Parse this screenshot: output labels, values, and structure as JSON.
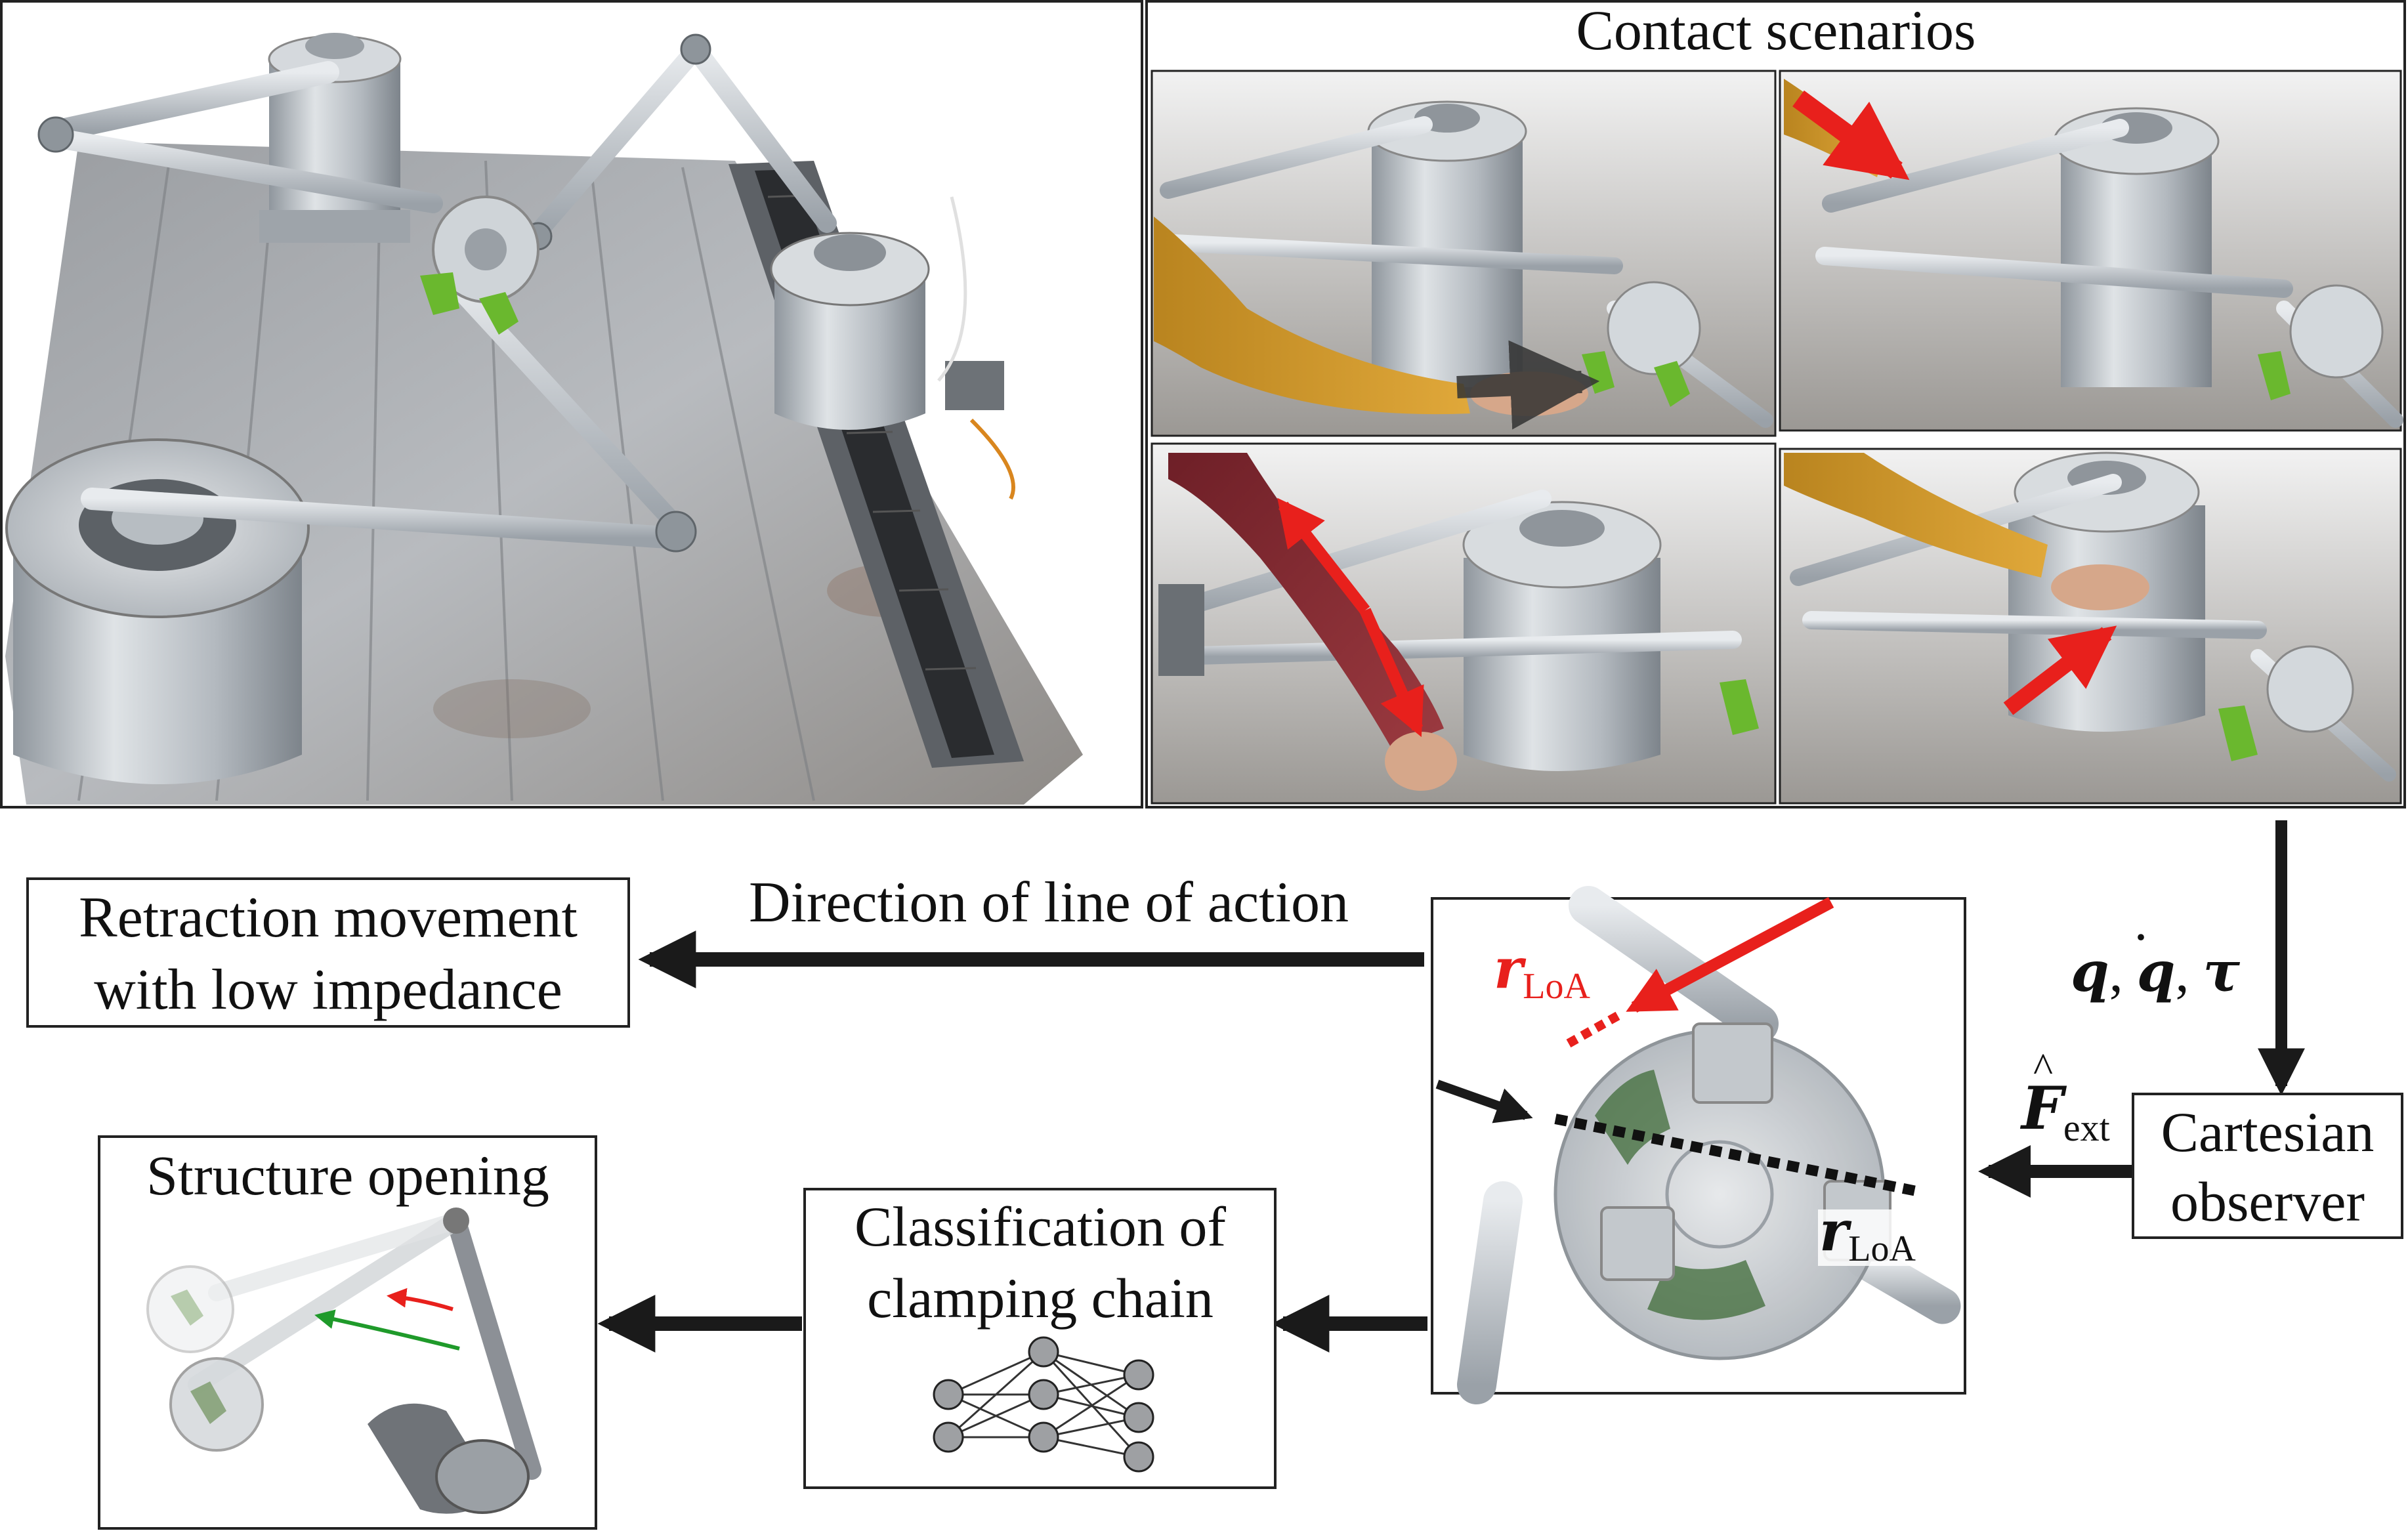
{
  "contact_title": "Contact scenarios",
  "retraction": {
    "line1": "Retraction movement",
    "line2": "with low impedance"
  },
  "direction_label": "Direction of line of action",
  "cartesian": {
    "line1": "Cartesian",
    "line2": "observer"
  },
  "observer_inputs": {
    "q": "q",
    "qdot": "q",
    "tau": "τ",
    "sep": ", "
  },
  "fext": {
    "symbol": "F",
    "hat": "^",
    "sub": "ext"
  },
  "r_loa": {
    "symbol": "r",
    "sub": "LoA"
  },
  "classification": {
    "line1": "Classification of",
    "line2": "clamping chain"
  },
  "structure_opening": "Structure opening",
  "colors": {
    "accent_red": "#e8201c",
    "arrow_green": "#1f9a2a",
    "gripper_green": "#6ab82e",
    "frame": "#222222",
    "metal": "#b7bdc4"
  }
}
